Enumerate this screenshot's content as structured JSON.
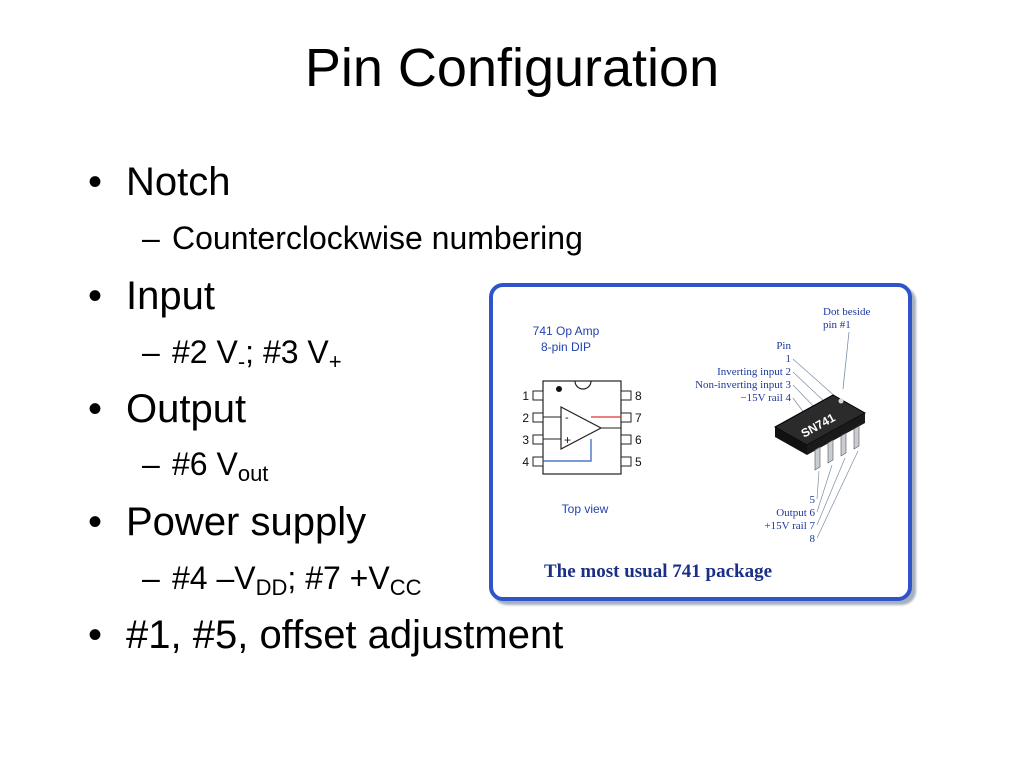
{
  "slide": {
    "title": "Pin Configuration",
    "bullet_char": "•",
    "dash_char": "–",
    "bullets": [
      {
        "text": "Notch",
        "sub": "Counterclockwise numbering"
      },
      {
        "text": "Input",
        "sub": {
          "a": "#2 V",
          "a_sub": "-",
          "b": "; #3 V",
          "b_sub": "+"
        }
      },
      {
        "text": "Output",
        "sub": {
          "a": "#6 V",
          "a_sub": "out"
        }
      },
      {
        "text": "Power supply",
        "sub": {
          "a": "#4 –V",
          "a_sub": "DD",
          "b": "; #7 +V",
          "b_sub": "CC"
        }
      },
      {
        "text": "#1, #5, offset adjustment"
      }
    ]
  },
  "figure": {
    "caption": "The most usual 741 package",
    "dip_title_1": "741 Op Amp",
    "dip_title_2": "8-pin DIP",
    "top_view": "Top view",
    "left_pins": [
      "1",
      "2",
      "3",
      "4"
    ],
    "right_pins": [
      "8",
      "7",
      "6",
      "5"
    ],
    "opamp_minus": "-",
    "opamp_plus": "+",
    "chip_label": "SN741",
    "dot_label_1": "Dot beside",
    "dot_label_2": "pin #1",
    "upper_labels": [
      "Pin",
      "1",
      "Inverting input 2",
      "Non-inverting input 3",
      "−15V rail 4"
    ],
    "lower_labels": [
      "5",
      "Output  6",
      "+15V rail  7",
      "8"
    ],
    "colors": {
      "frame": "#2d54c9",
      "text_blue": "#2243b0",
      "out_line": "#d33",
      "in_line": "#2a5db8"
    }
  }
}
